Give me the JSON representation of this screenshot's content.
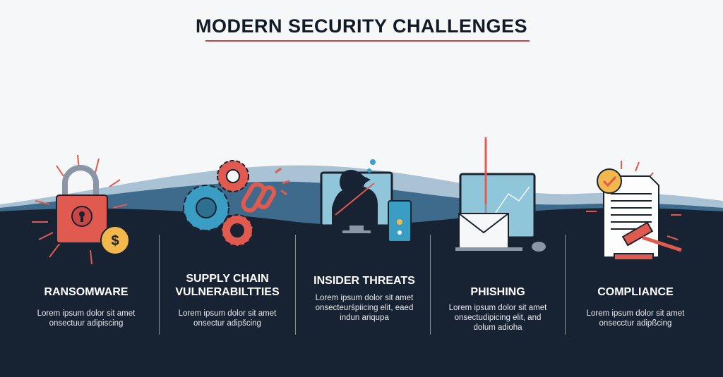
{
  "title": "MODERN SECURITY CHALLENGES",
  "colors": {
    "navy": "#172233",
    "red": "#e05a50",
    "blue": "#3a9ec4",
    "gold": "#f2b84b",
    "wave": "#3e6a8c"
  },
  "items": [
    {
      "heading": "RANSOMWARE",
      "heading2": "",
      "text1": "Lorem ipsum dolor sit amet",
      "text2": "onsectuur adipiscing",
      "text3": "",
      "icon": "padlock-dollar-icon"
    },
    {
      "heading": "SUPPLY CHAIN",
      "heading2": "VULNERABILTTIES",
      "text1": "Lorem ipsum dolor sit amet",
      "text2": "onsectur adipšcing",
      "text3": "",
      "icon": "gears-broken-link-icon"
    },
    {
      "heading": "INSIDER THREATS",
      "heading2": "",
      "text1": "Lorem ipsum dolor sit amet",
      "text2": "onsecteurśpiicing elit, eaed",
      "text3": "indun ariqupa",
      "icon": "insider-computer-icon"
    },
    {
      "heading": "PHISHING",
      "heading2": "",
      "text1": "Lorem ipsum dolor sit amet",
      "text2": "onsectudipicing elit, and",
      "text3": "dolum adioha",
      "icon": "phishing-hook-email-icon"
    },
    {
      "heading": "COMPLIANCE",
      "heading2": "",
      "text1": "Lorem ipsum dolor sit amet",
      "text2": "onsecctur adipßcing",
      "text3": "",
      "icon": "document-gavel-icon"
    }
  ]
}
